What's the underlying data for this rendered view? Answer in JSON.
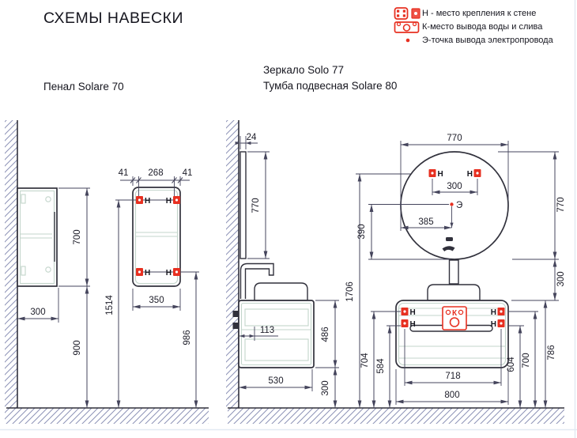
{
  "page_title": "СХЕМЫ НАВЕСКИ",
  "legend": {
    "h": "Н - место крепления к стене",
    "k": "К-место вывода воды и слива",
    "e": "Э-точка вывода электропровода"
  },
  "marks": {
    "h": "Н",
    "k": "К",
    "e": "Э"
  },
  "penal": {
    "title": "Пенал Solare 70",
    "offset_left": "41",
    "mount_span": "268",
    "offset_right": "41",
    "width": "350",
    "height": "700",
    "depth": "300",
    "floor_to_bottom": "900",
    "mount_top_height": "1514",
    "mount_bottom_height": "986"
  },
  "mirror": {
    "title": "Зеркало Solo 77",
    "diameter": "770",
    "height": "770",
    "side_height": "770",
    "depth": "24",
    "mount_span": "300",
    "mount_height": "1706",
    "electric_offset": "385",
    "electric_height": "390",
    "gap_below": "300"
  },
  "vanity": {
    "title": "Тумба подвесная Solare 80",
    "width": "800",
    "height": "486",
    "depth": "530",
    "floor_clearance": "300",
    "drain_offset": "113",
    "mount_span": "718",
    "mount_upper_left": "704",
    "mount_lower_left": "584",
    "mount_upper_right": "700",
    "mount_lower_right": "604",
    "top_height": "786"
  }
}
